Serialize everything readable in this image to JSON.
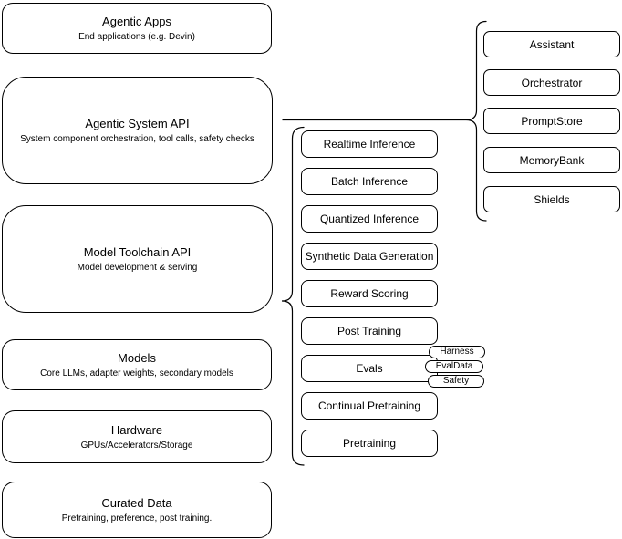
{
  "diagram": {
    "left_stack": [
      {
        "title": "Agentic Apps",
        "subtitle": "End applications (e.g. Devin)"
      },
      {
        "title": "Agentic System API",
        "subtitle": "System component orchestration, tool calls, safety checks"
      },
      {
        "title": "Model Toolchain API",
        "subtitle": "Model development & serving"
      },
      {
        "title": "Models",
        "subtitle": "Core LLMs, adapter weights, secondary models"
      },
      {
        "title": "Hardware",
        "subtitle": "GPUs/Accelerators/Storage"
      },
      {
        "title": "Curated Data",
        "subtitle": "Pretraining, preference, post training."
      }
    ],
    "toolchain_services": [
      "Realtime Inference",
      "Batch Inference",
      "Quantized Inference",
      "Synthetic Data Generation",
      "Reward Scoring",
      "Post Training",
      "Evals",
      "Continual Pretraining",
      "Pretraining"
    ],
    "evals_tags": [
      "Harness",
      "EvalData",
      "Safety"
    ],
    "system_components": [
      "Assistant",
      "Orchestrator",
      "PromptStore",
      "MemoryBank",
      "Shields"
    ],
    "colors": {
      "stroke": "#000000",
      "background": "#ffffff",
      "text": "#000000"
    }
  }
}
